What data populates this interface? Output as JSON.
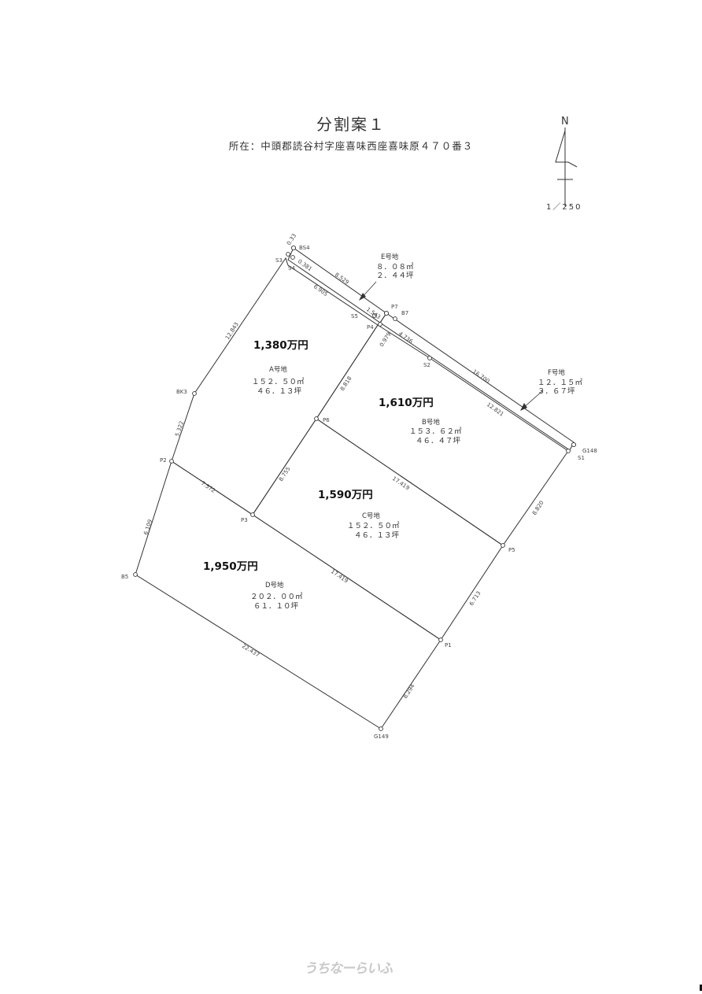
{
  "title": "分割案１",
  "address": "所在：中頭郡読谷村字座喜味西座喜味原４７０番３",
  "north": {
    "label": "N",
    "scale": "1／250"
  },
  "lots": [
    {
      "id": "A",
      "price": "1,380万円",
      "name": "A号地",
      "area_m2": "１５２．５０㎡",
      "area_tsubo": "４６．１３坪"
    },
    {
      "id": "B",
      "price": "1,610万円",
      "name": "B号地",
      "area_m2": "１５３．６２㎡",
      "area_tsubo": "４６．４７坪"
    },
    {
      "id": "C",
      "price": "1,590万円",
      "name": "C号地",
      "area_m2": "１５２．５０㎡",
      "area_tsubo": "４６．１３坪"
    },
    {
      "id": "D",
      "price": "1,950万円",
      "name": "D号地",
      "area_m2": "２０２．００㎡",
      "area_tsubo": "６１．１０坪"
    },
    {
      "id": "E",
      "price": "",
      "name": "E号地",
      "area_m2": "８．０８㎡",
      "area_tsubo": "２．４４坪"
    },
    {
      "id": "F",
      "price": "",
      "name": "F号地",
      "area_m2": "１２．１５㎡",
      "area_tsubo": "３．６７坪"
    }
  ],
  "points": {
    "BS4": "BS4",
    "S3": "S3",
    "S4": "S4",
    "P7": "P7",
    "B7": "B7",
    "S5": "S5",
    "P4": "P4",
    "S2": "S2",
    "BK3": "BK3",
    "P6": "P6",
    "P2": "P2",
    "P3": "P3",
    "G148": "G148",
    "S1": "S1",
    "P5": "P5",
    "B5": "B5",
    "P1": "P1",
    "G149": "G149"
  },
  "dimensions": {
    "top_outer": "8.529",
    "top_inner": "6.905",
    "short_1": "1.543",
    "short_2": "4.736",
    "short_3": "0.979",
    "top_right_outer": "16.700",
    "top_right_inner": "12.821",
    "left_upper": "12.843",
    "left_mid": "5.322",
    "left_lower": "6.109",
    "a_b": "8.818",
    "b_c": "17.419",
    "a_c": "8.755",
    "c_d": "17.419",
    "a_d": "7.572",
    "right_upper": "8.820",
    "right_mid": "6.713",
    "right_lower": "8.294",
    "bottom": "22.437",
    "corner_a": "0.381",
    "corner_b": "0.33"
  },
  "watermark": "うちなーらいふ"
}
